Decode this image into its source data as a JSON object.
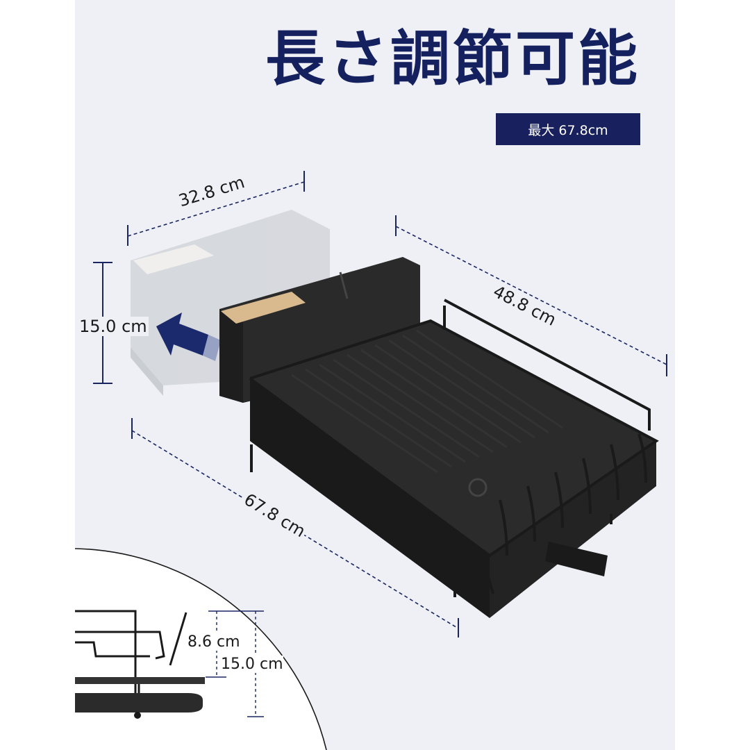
{
  "title": "長さ調節可能",
  "badge": "最大 67.8cm",
  "dimensions": {
    "width_small": "32.8 cm",
    "depth": "48.8 cm",
    "height": "15.0 cm",
    "length_max": "67.8 cm"
  },
  "inset": {
    "height_inner": "8.6 cm",
    "height_outer": "15.0 cm"
  },
  "colors": {
    "title": "#15205e",
    "badge_bg": "#18215e",
    "panel_bg": "#eef0f6",
    "rack": "#1c1c1c",
    "wood": "#d9b98e"
  }
}
